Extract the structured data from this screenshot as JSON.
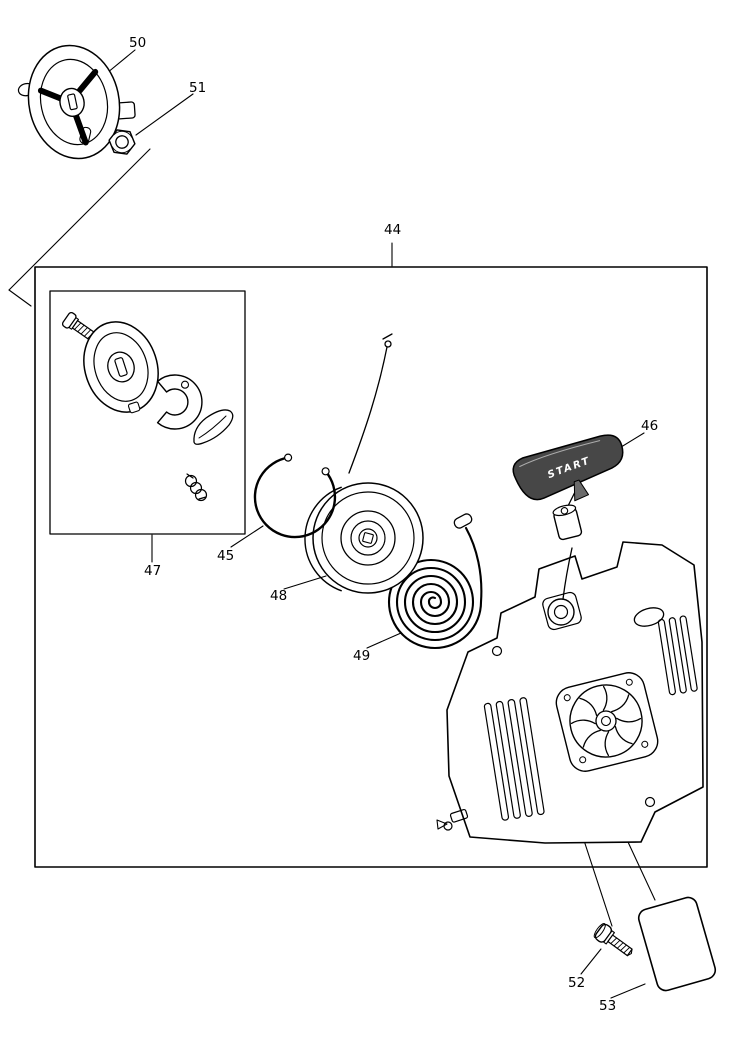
{
  "diagram": {
    "background_color": "#ffffff",
    "line_color": "#000000",
    "handle": {
      "text": "START",
      "body_color": "#474747",
      "text_color": "#ffffff"
    },
    "part_labels": {
      "44": "44",
      "45": "45",
      "46": "46",
      "47": "47",
      "48": "48",
      "49": "49",
      "50": "50",
      "51": "51",
      "52": "52",
      "53": "53"
    }
  }
}
